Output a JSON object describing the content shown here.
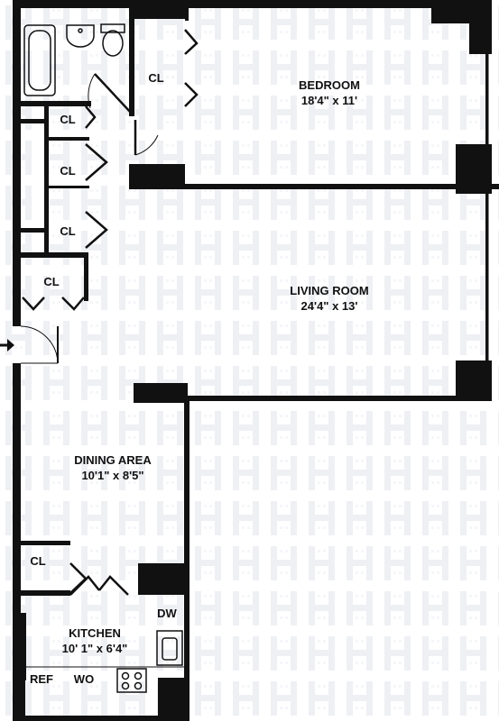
{
  "rooms": {
    "bedroom": {
      "name": "BEDROOM",
      "dims": "18'4\" x 11'"
    },
    "living_room": {
      "name": "LIVING ROOM",
      "dims": "24'4\" x 13'"
    },
    "dining_area": {
      "name": "DINING AREA",
      "dims": "10'1\" x 8'5\""
    },
    "kitchen": {
      "name": "KITCHEN",
      "dims": "10' 1\" x 6'4\""
    }
  },
  "closets": {
    "cl_bedroom": "CL",
    "cl_1": "CL",
    "cl_2": "CL",
    "cl_3": "CL",
    "cl_entry": "CL",
    "cl_dining": "CL"
  },
  "appliances": {
    "dishwasher": "DW",
    "refrigerator": "REF",
    "wall_oven": "WO"
  },
  "colors": {
    "wall": "#111111",
    "watermark": "#eef0f4",
    "background": "#ffffff"
  }
}
